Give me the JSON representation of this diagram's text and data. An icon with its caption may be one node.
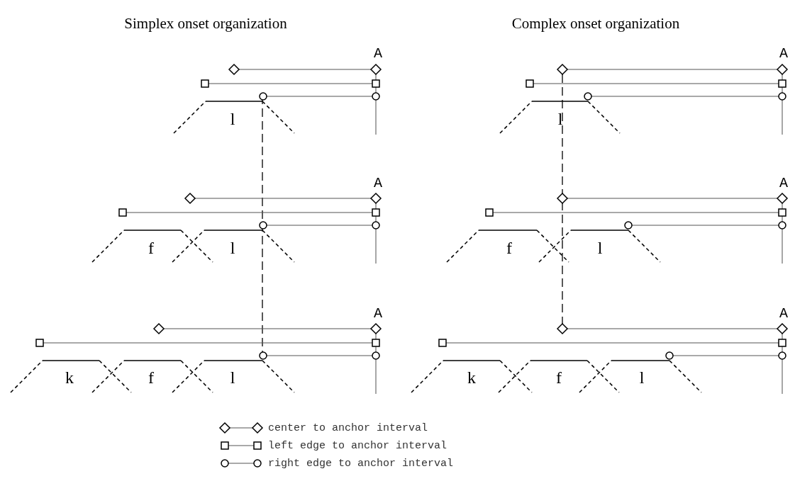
{
  "diagram": {
    "labels": [
      "Simplex onset organization",
      "Complex onset organization",
      "A",
      "A",
      "l",
      "l",
      "A",
      "A",
      "f",
      "l",
      "f",
      "l",
      "A",
      "A",
      "k",
      "f",
      "l",
      "k",
      "f",
      "l"
    ],
    "legend": [
      {
        "text": "center to anchor interval"
      },
      {
        "text": "left edge to anchor interval"
      },
      {
        "text": "right edge to anchor interval"
      }
    ]
  }
}
